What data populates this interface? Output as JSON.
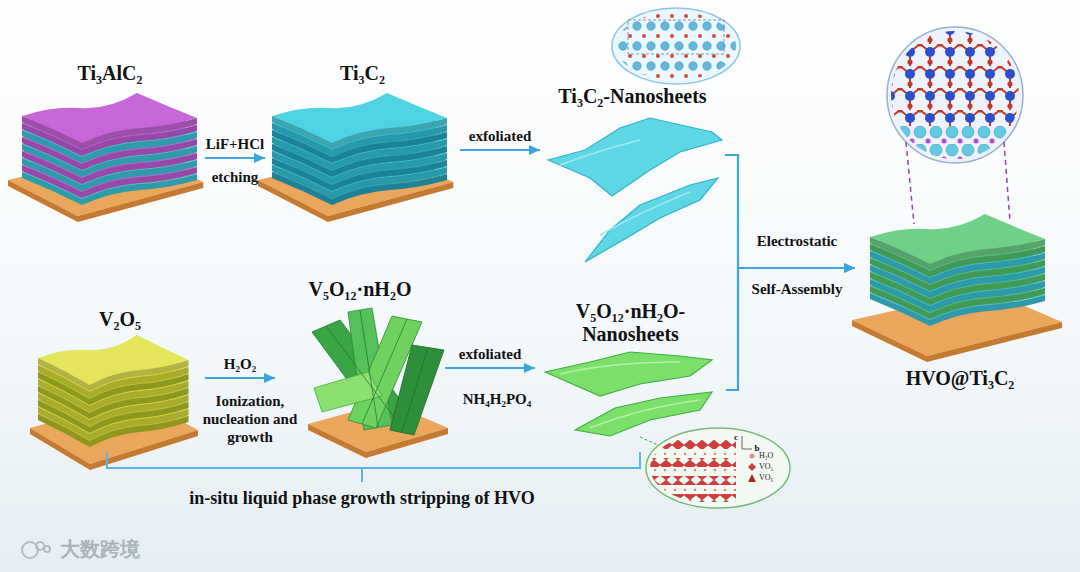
{
  "diagram": {
    "nodes": [
      {
        "text": [
          "Ti₃AlC₂"
        ]
      },
      {
        "text": [
          "Ti₃C₂"
        ]
      },
      {
        "text": [
          "Ti₃C₂-Nanosheets"
        ]
      },
      {
        "text": [
          "V₂O₅"
        ]
      },
      {
        "text": [
          "V₅O₁₂·nH₂O"
        ]
      },
      {
        "text": [
          "V₅O₁₂·nH₂O-Nanosheets"
        ]
      },
      {
        "text": [
          "HVO@Ti₃C₂"
        ]
      }
    ],
    "edges": [
      {
        "from": 0,
        "to": 1,
        "arrow": "to",
        "label": "LiF+HCl"
      },
      {
        "from": 1,
        "to": 2,
        "arrow": "to",
        "label": "exfoliated"
      },
      {
        "from": 3,
        "to": 4,
        "arrow": "to",
        "label": "H₂O₂"
      },
      {
        "from": 4,
        "to": 5,
        "arrow": "to",
        "label": "exfoliated"
      },
      {
        "from": 2,
        "to": 6,
        "arrow": "to"
      },
      {
        "from": 5,
        "to": 6,
        "arrow": "to"
      }
    ],
    "labels": [
      "etching",
      "Ionization, nucleation and growth",
      "NH₄H₂PO₄",
      "Electrostatic",
      "Self-Assembly",
      "c",
      "b",
      "in-situ liquid phase growth stripping of HVO",
      "大数跨境"
    ],
    "legend": [
      {
        "text": "H₂O"
      },
      {
        "text": "VO₅"
      },
      {
        "text": "VO₆"
      }
    ]
  }
}
